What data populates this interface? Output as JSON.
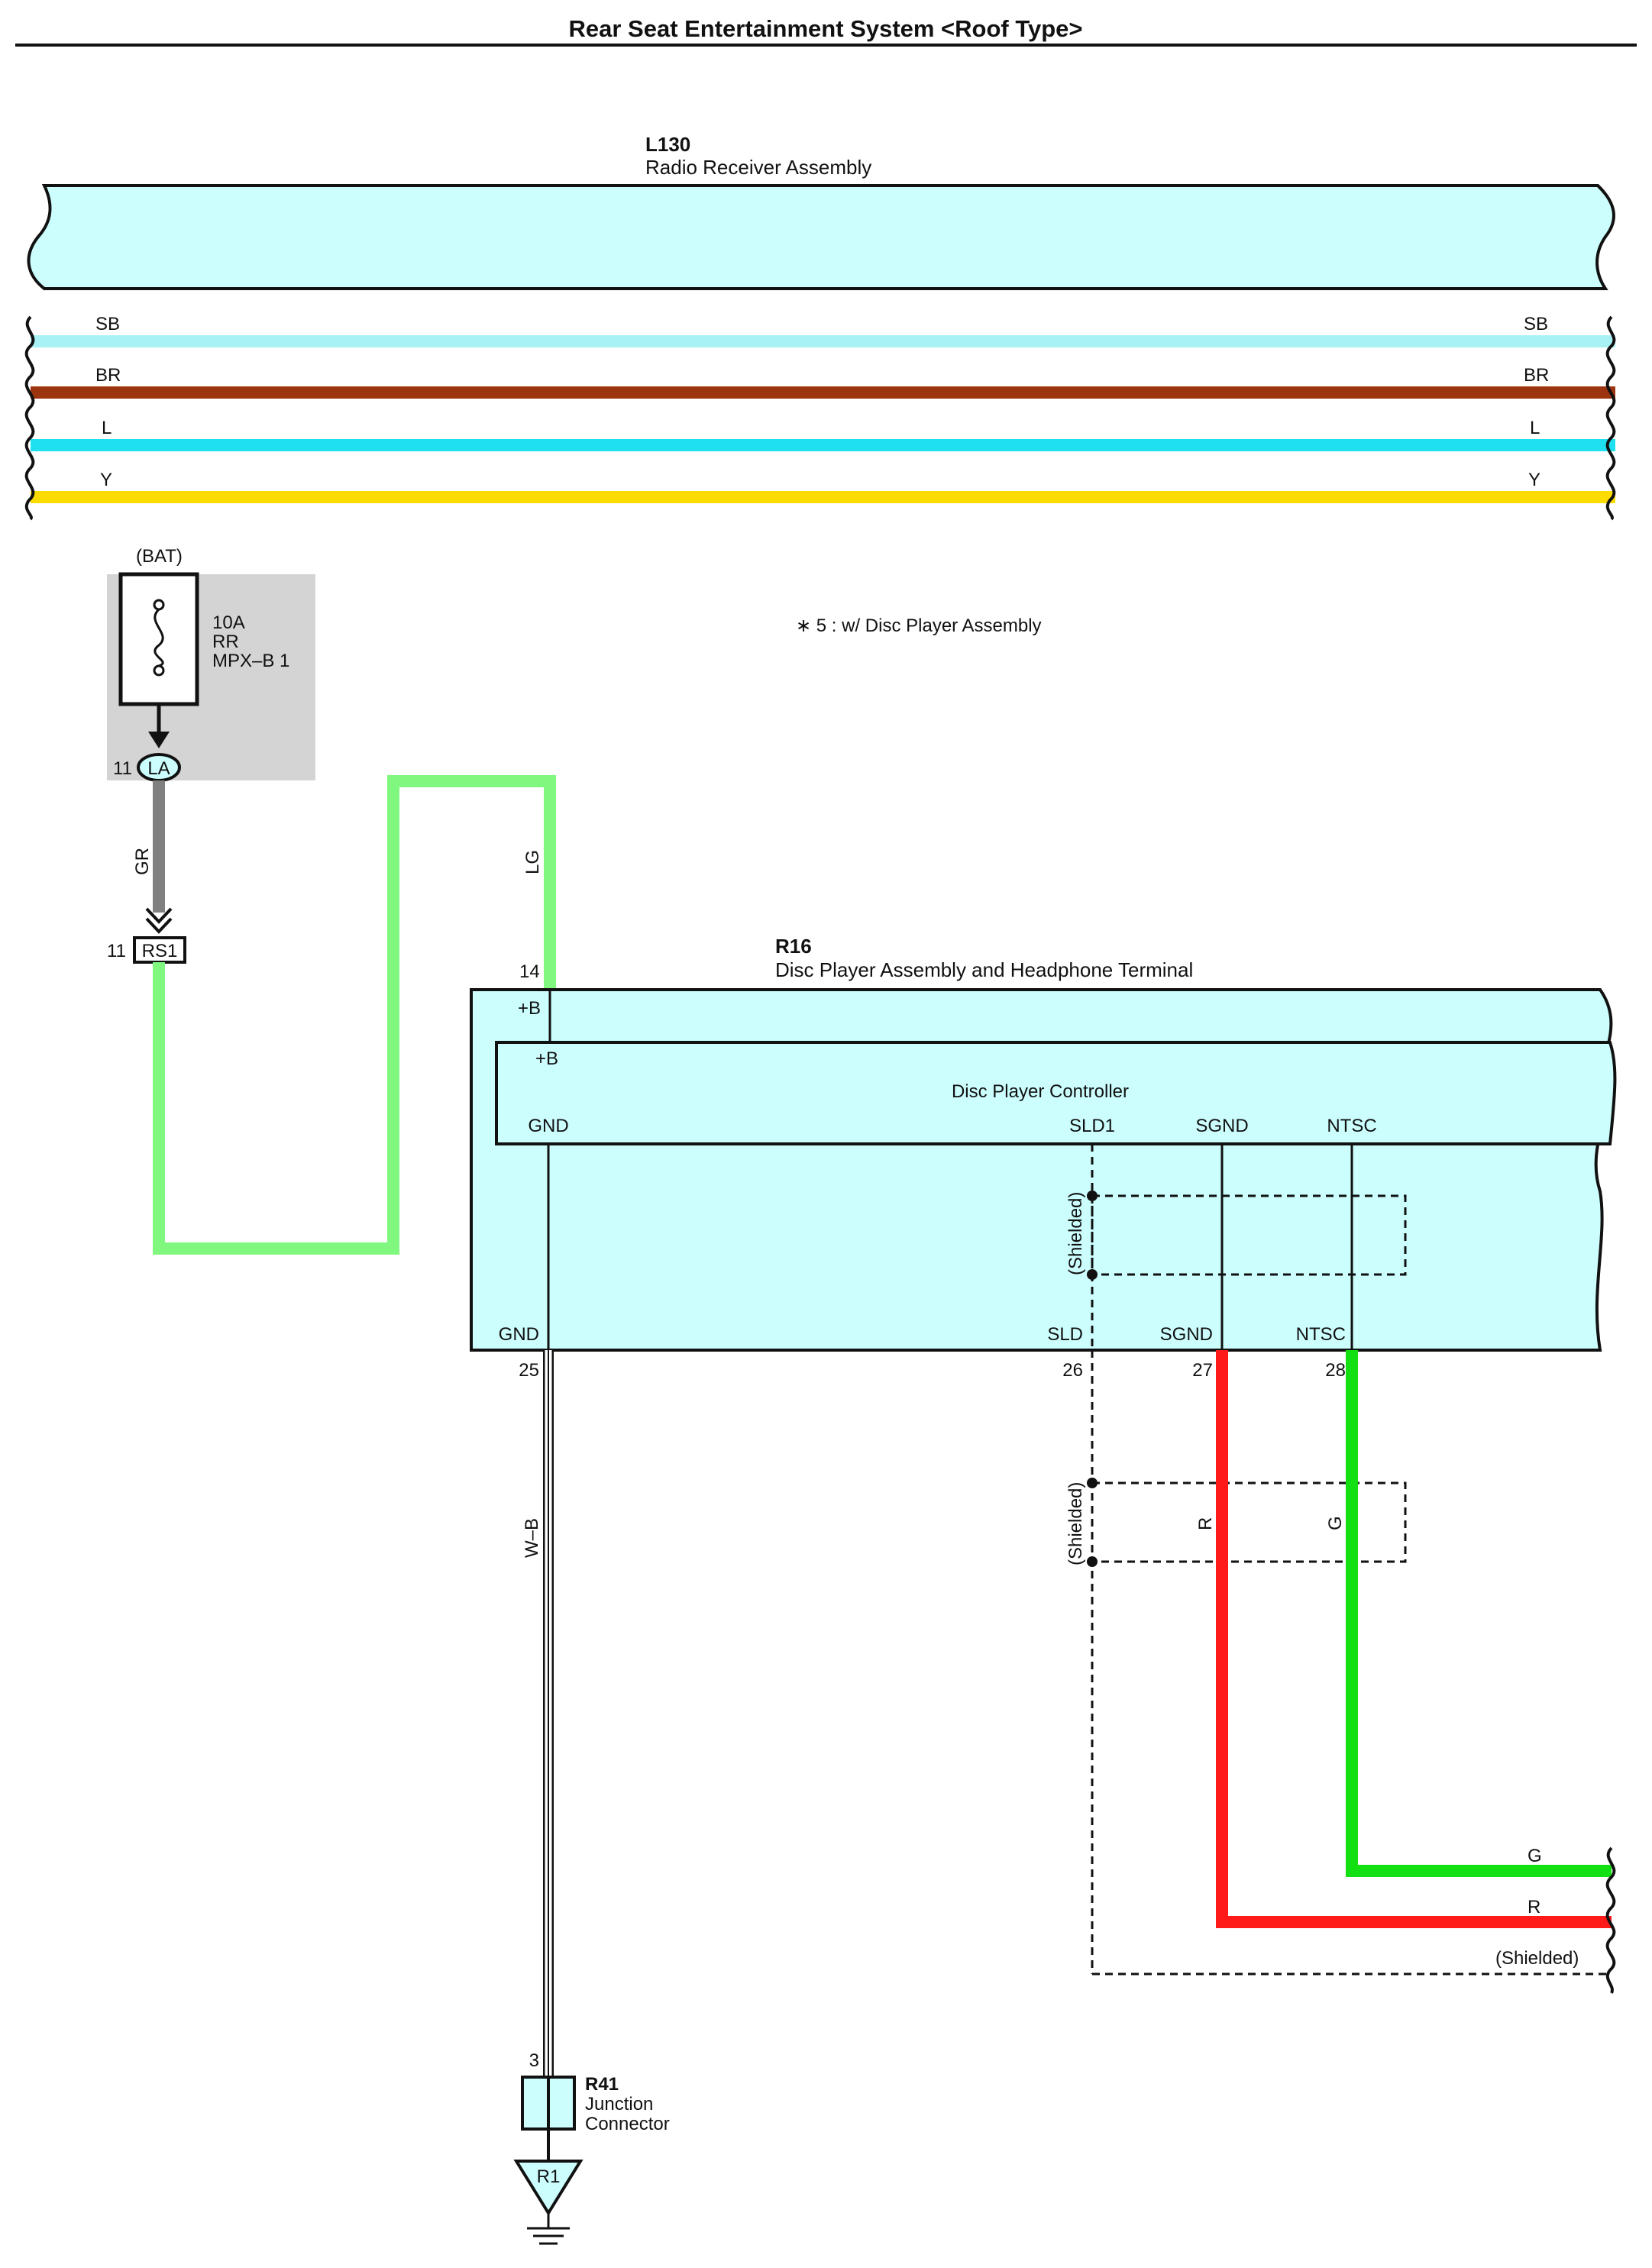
{
  "title": "Rear Seat Entertainment System <Roof Type>",
  "note": "∗ 5 : w/ Disc Player Assembly",
  "radio_receiver": {
    "code": "L130",
    "name": "Radio Receiver Assembly"
  },
  "harness_wires": [
    {
      "code": "SB",
      "color": "#a8f2f6"
    },
    {
      "code": "BR",
      "color": "#9c3410"
    },
    {
      "code": "L",
      "color": "#1fe0ee"
    },
    {
      "code": "Y",
      "color": "#fcdc00"
    }
  ],
  "power": {
    "source": "(BAT)",
    "fuse_rating": "10A",
    "fuse_name_1": "RR",
    "fuse_name_2": "MPX–B 1",
    "connector_la": {
      "pin": "11",
      "code": "LA"
    },
    "connector_rs1": {
      "pin": "11",
      "code": "RS1"
    },
    "wire_gr": {
      "code": "GR",
      "color": "#808080"
    },
    "wire_lg": {
      "code": "LG",
      "color": "#80f880"
    }
  },
  "disc_player": {
    "code": "R16",
    "name": "Disc Player Assembly and Headphone Terminal",
    "pin_b_number": "14",
    "outer_b_label": "+B",
    "controller": {
      "name": "Disc Player Controller",
      "b_label": "+B",
      "gnd_label": "GND",
      "sld1_label": "SLD1",
      "sgnd_label": "SGND",
      "ntsc_label": "NTSC"
    },
    "bottom_pins": [
      {
        "label": "GND",
        "number": "25"
      },
      {
        "label": "SLD",
        "number": "26"
      },
      {
        "label": "SGND",
        "number": "27"
      },
      {
        "label": "NTSC",
        "number": "28"
      }
    ],
    "shielded_label": "(Shielded)"
  },
  "signal_wires": [
    {
      "code": "W–B",
      "color": "#ffffff"
    },
    {
      "code": "R",
      "color": "#ff1a1a"
    },
    {
      "code": "G",
      "color": "#12e012"
    }
  ],
  "shielded_label_bottom": "(Shielded)",
  "junction": {
    "code": "R41",
    "name_line1": "Junction",
    "name_line2": "Connector",
    "pin": "3"
  },
  "ground": {
    "code": "R1"
  }
}
